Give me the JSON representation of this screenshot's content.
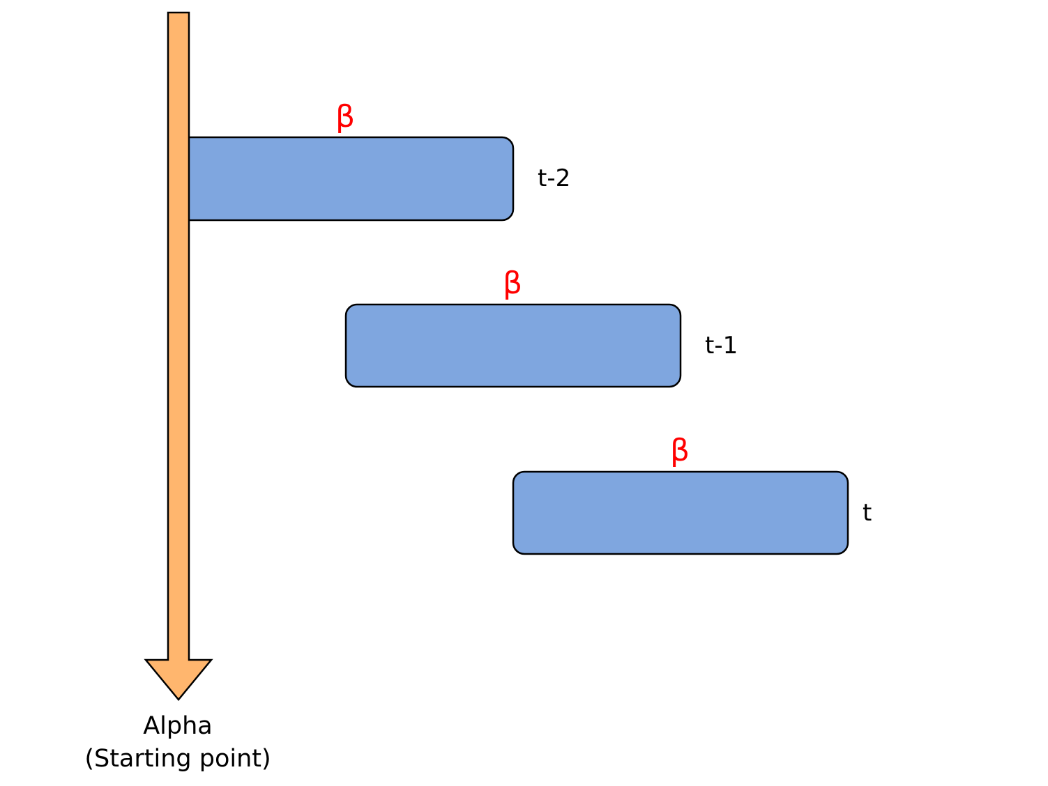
{
  "alpha": {
    "line1": "Alpha",
    "line2": "(Starting point)"
  },
  "blocks": [
    {
      "beta": "β",
      "time": "t-2"
    },
    {
      "beta": "β",
      "time": "t-1"
    },
    {
      "beta": "β",
      "time": "t"
    }
  ],
  "colors": {
    "arrow_fill": "#ffb66e",
    "block_fill": "#7fa6df",
    "beta_text": "#ff0000",
    "outline": "#000000"
  }
}
